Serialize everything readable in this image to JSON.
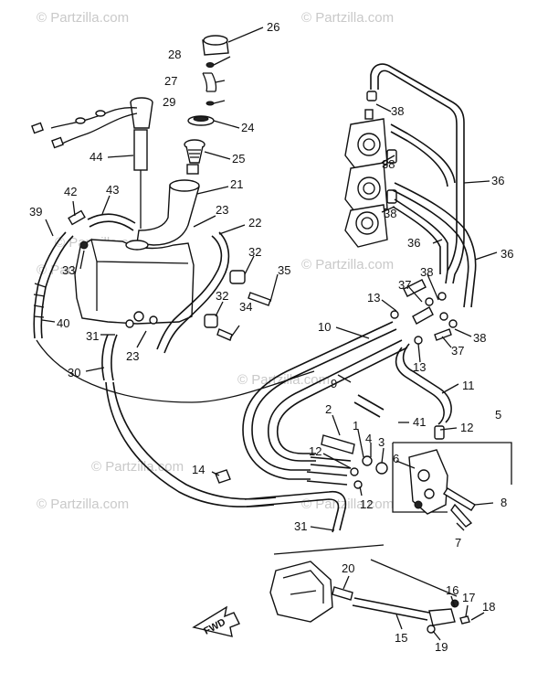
{
  "watermarks": [
    "© Partzilla.com",
    "© Partzilla.com",
    "© Partzilla.com",
    "© Partzilla.com",
    "© Partzilla.com",
    "© Partzilla.com",
    "© Partzilla.com",
    "© Partzilla.com",
    "© Partzilla.com"
  ],
  "fwd_label": "FWD",
  "callouts": [
    {
      "n": "26"
    },
    {
      "n": "28"
    },
    {
      "n": "27"
    },
    {
      "n": "29"
    },
    {
      "n": "24"
    },
    {
      "n": "44"
    },
    {
      "n": "25"
    },
    {
      "n": "21"
    },
    {
      "n": "23"
    },
    {
      "n": "22"
    },
    {
      "n": "42"
    },
    {
      "n": "43"
    },
    {
      "n": "39"
    },
    {
      "n": "33"
    },
    {
      "n": "32"
    },
    {
      "n": "35"
    },
    {
      "n": "32"
    },
    {
      "n": "34"
    },
    {
      "n": "40"
    },
    {
      "n": "31"
    },
    {
      "n": "23"
    },
    {
      "n": "30"
    },
    {
      "n": "38"
    },
    {
      "n": "38"
    },
    {
      "n": "38"
    },
    {
      "n": "36"
    },
    {
      "n": "36"
    },
    {
      "n": "36"
    },
    {
      "n": "38"
    },
    {
      "n": "37"
    },
    {
      "n": "13"
    },
    {
      "n": "38"
    },
    {
      "n": "37"
    },
    {
      "n": "10"
    },
    {
      "n": "13"
    },
    {
      "n": "9"
    },
    {
      "n": "11"
    },
    {
      "n": "2"
    },
    {
      "n": "41"
    },
    {
      "n": "12"
    },
    {
      "n": "5"
    },
    {
      "n": "1"
    },
    {
      "n": "4"
    },
    {
      "n": "3"
    },
    {
      "n": "12"
    },
    {
      "n": "6"
    },
    {
      "n": "14"
    },
    {
      "n": "12"
    },
    {
      "n": "8"
    },
    {
      "n": "7"
    },
    {
      "n": "31"
    },
    {
      "n": "20"
    },
    {
      "n": "16"
    },
    {
      "n": "17"
    },
    {
      "n": "18"
    },
    {
      "n": "15"
    },
    {
      "n": "19"
    }
  ]
}
